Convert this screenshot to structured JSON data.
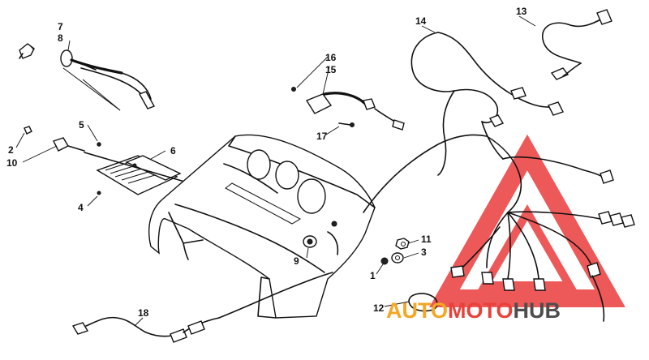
{
  "callouts": [
    {
      "id": "c1",
      "label": "1"
    },
    {
      "id": "c2",
      "label": "2"
    },
    {
      "id": "c3",
      "label": "3"
    },
    {
      "id": "c4",
      "label": "4"
    },
    {
      "id": "c5",
      "label": "5"
    },
    {
      "id": "c6",
      "label": "6"
    },
    {
      "id": "c7",
      "label": "7"
    },
    {
      "id": "c8",
      "label": "8"
    },
    {
      "id": "c9",
      "label": "9"
    },
    {
      "id": "c10",
      "label": "10"
    },
    {
      "id": "c11",
      "label": "11"
    },
    {
      "id": "c12",
      "label": "12"
    },
    {
      "id": "c13",
      "label": "13"
    },
    {
      "id": "c14",
      "label": "14"
    },
    {
      "id": "c15",
      "label": "15"
    },
    {
      "id": "c16",
      "label": "16"
    },
    {
      "id": "c17",
      "label": "17"
    },
    {
      "id": "c18",
      "label": "18"
    }
  ],
  "watermark": {
    "part1": "AUTO",
    "part2": "MOTO",
    "part3": "HUB",
    "color_orange": "#f5a623",
    "color_red": "#e8413a",
    "color_gray": "#4d4d4d",
    "logo_color": "#ea3b3b"
  }
}
